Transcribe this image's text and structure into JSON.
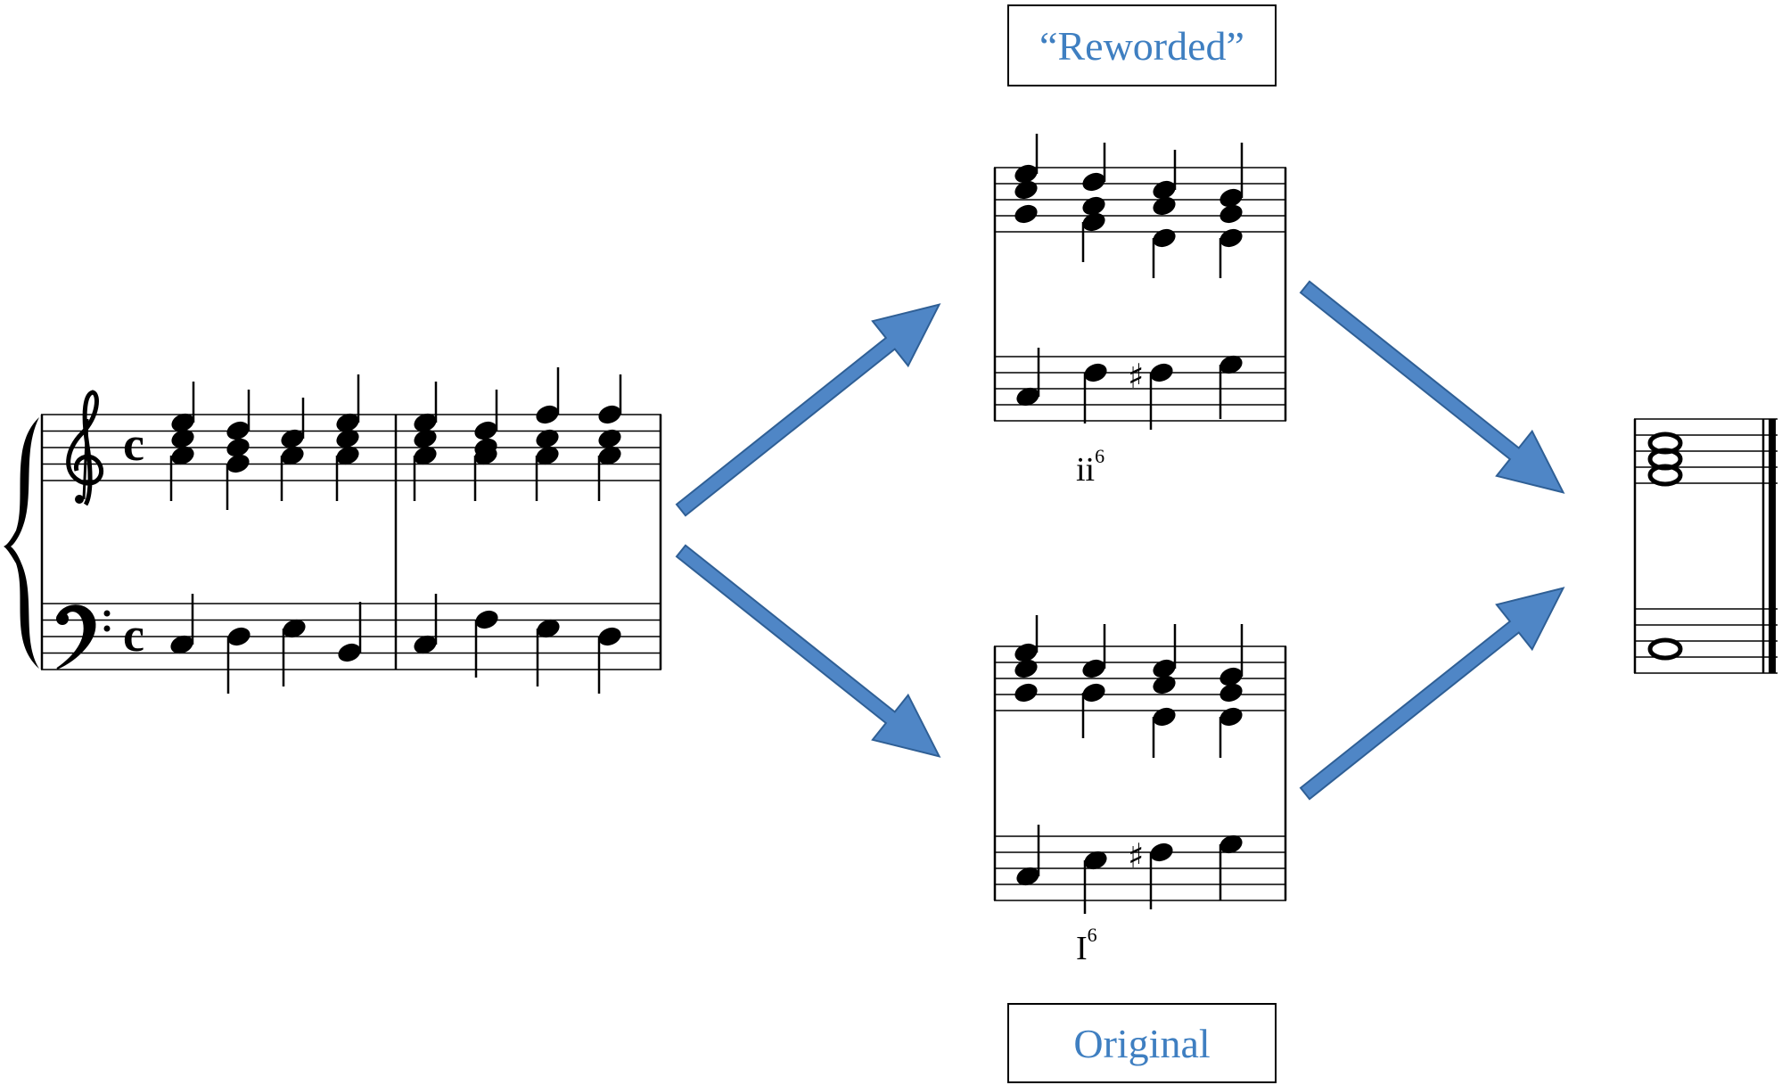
{
  "labels": {
    "reworded": "“Reworded”",
    "original": "Original"
  },
  "chords": {
    "reworded_numeral": "ii",
    "reworded_inversion": "6",
    "original_numeral": "I",
    "original_inversion": "6"
  },
  "colors": {
    "label_text": "#3f7fc1",
    "arrow_fill": "#4f86c6",
    "arrow_stroke": "#2f5f95",
    "ink": "#000000"
  },
  "symbols": {
    "sharp": "♯",
    "time_signature": "c"
  }
}
